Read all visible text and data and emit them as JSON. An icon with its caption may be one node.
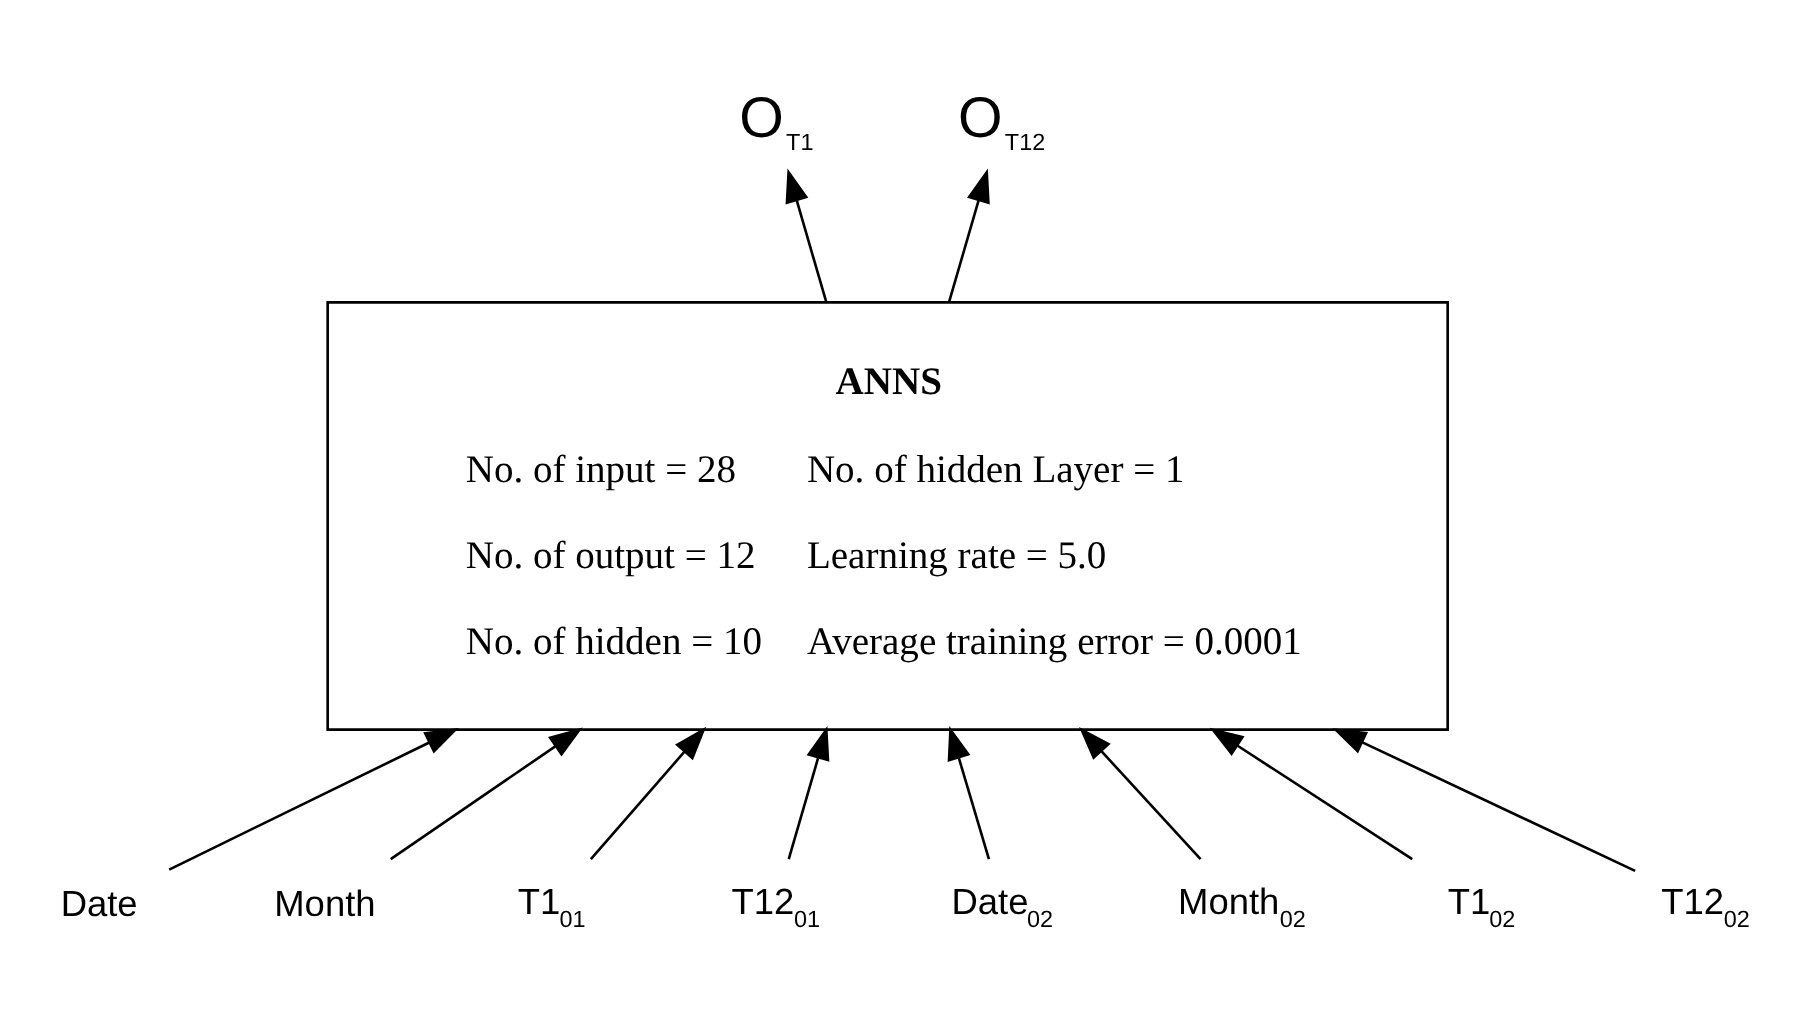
{
  "diagram": {
    "nodes": [
      {
        "text": [
          "O$_{T1}$"
        ]
      },
      {
        "text": [
          "O$_{T12}$"
        ]
      },
      {
        "text": [
          "ANNS",
          "No. of input = 28",
          "No. of hidden Layer = 1",
          "No. of output = 12",
          "Learning rate = 5.0",
          "No. of hidden = 10",
          "Average training error = 0.0001"
        ]
      },
      {
        "text": [
          "Date"
        ]
      },
      {
        "text": [
          "Month"
        ]
      },
      {
        "text": [
          "T1$_{01}$"
        ]
      },
      {
        "text": [
          "T12$_{01}$"
        ]
      },
      {
        "text": [
          "Date$_{02}$"
        ]
      },
      {
        "text": [
          "Month$_{02}$"
        ]
      },
      {
        "text": [
          "T1$_{02}$"
        ]
      },
      {
        "text": [
          "T12$_{02}$"
        ]
      }
    ],
    "edges": [
      {
        "from": 2,
        "to": 0,
        "arrow": "to"
      },
      {
        "from": 2,
        "to": 1,
        "arrow": "to"
      },
      {
        "from": 3,
        "to": 2,
        "arrow": "to"
      },
      {
        "from": 4,
        "to": 2,
        "arrow": "to"
      },
      {
        "from": 5,
        "to": 2,
        "arrow": "to"
      },
      {
        "from": 6,
        "to": 2,
        "arrow": "to"
      },
      {
        "from": 7,
        "to": 2,
        "arrow": "to"
      },
      {
        "from": 8,
        "to": 2,
        "arrow": "to"
      },
      {
        "from": 9,
        "to": 2,
        "arrow": "to"
      },
      {
        "from": 10,
        "to": 2,
        "arrow": "to"
      }
    ]
  }
}
